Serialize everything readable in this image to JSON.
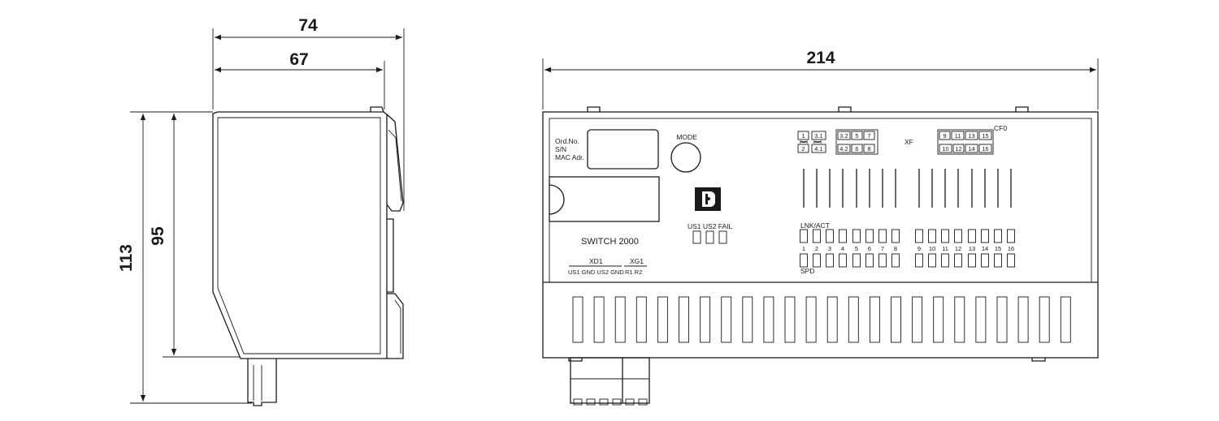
{
  "dimensions": {
    "side_width_outer": "74",
    "side_width_inner": "67",
    "front_width": "214",
    "side_height_outer": "113",
    "side_height_inner": "95"
  },
  "labels": {
    "ord_no": "Ord.No.",
    "sn": "S/N",
    "mac": "MAC Adr.",
    "mode": "MODE",
    "product": "SWITCH 2000",
    "status_leds": "US1 US2 FAIL",
    "xf": "XF",
    "cf0": "CF0",
    "lnk_act": "LNK/ACT",
    "spd": "SPD",
    "xd1": "XD1",
    "xg1": "XG1",
    "xd1_pins": "US1 GND US2 GND",
    "xg1_pins": "R1  R2"
  },
  "port_numbers": [
    "1",
    "2",
    "3",
    "4",
    "5",
    "6",
    "7",
    "8",
    "9",
    "10",
    "11",
    "12",
    "13",
    "14",
    "15",
    "16"
  ],
  "xf_top_left": [
    "1",
    "3.1"
  ],
  "xf_bottom_left": [
    "2",
    "4.1"
  ],
  "xf_top_right": [
    "3.2",
    "5",
    "7"
  ],
  "xf_bottom_right": [
    "4.2",
    "6",
    "8"
  ],
  "cf_top": [
    "9",
    "11",
    "13",
    "15"
  ],
  "cf_bottom": [
    "10",
    "12",
    "14",
    "16"
  ]
}
